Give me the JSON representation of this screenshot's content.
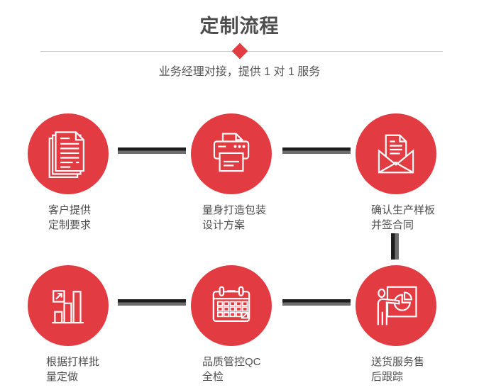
{
  "page": {
    "title": "定制流程",
    "subtitle": "业务经理对接，提供 1 对 1 服务"
  },
  "colors": {
    "accent_red": "#e23b42",
    "connector_dark": "#1d1d1d",
    "connector_gray": "#6d6d6d",
    "title_gray": "#4d4d4d",
    "label_gray": "#4f4f4f",
    "divider_gray": "#cbcbcb"
  },
  "steps": [
    {
      "icon": "documents-icon",
      "label_line1": "客户提供",
      "label_line2": "定制要求"
    },
    {
      "icon": "printer-icon",
      "label_line1": "量身打造包装",
      "label_line2": "设计方案"
    },
    {
      "icon": "envelope-icon",
      "label_line1": "确认生产样板",
      "label_line2": "并签合同"
    },
    {
      "icon": "bar-chart-icon",
      "label_line1": "根据打样批",
      "label_line2": "量定做"
    },
    {
      "icon": "calendar-icon",
      "label_line1": "品质管控QC",
      "label_line2": "全检"
    },
    {
      "icon": "presentation-icon",
      "label_line1": "送货服务售",
      "label_line2": "后跟踪"
    }
  ]
}
